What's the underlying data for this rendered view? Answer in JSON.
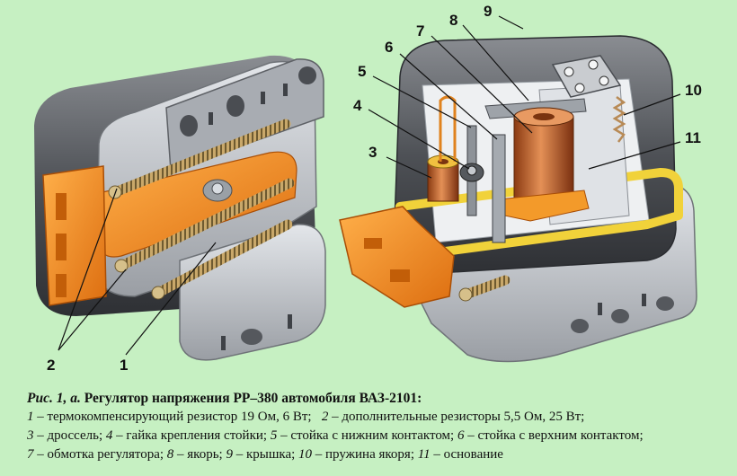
{
  "figure": {
    "callouts": [
      {
        "num": "1"
      },
      {
        "num": "2"
      },
      {
        "num": "3"
      },
      {
        "num": "4"
      },
      {
        "num": "5"
      },
      {
        "num": "6"
      },
      {
        "num": "7"
      },
      {
        "num": "8"
      },
      {
        "num": "9"
      },
      {
        "num": "10"
      },
      {
        "num": "11"
      }
    ]
  },
  "caption": {
    "fig_ref": "Рис. 1, а.",
    "title": "Регулятор напряжения РР–380 автомобиля ВАЗ-2101:",
    "legend": [
      {
        "num": "1",
        "text": " – термокомпенсирующий резистор 19 Ом, 6 Вт;"
      },
      {
        "num": "2",
        "text": " – дополнительные резисторы 5,5 Ом, 25 Вт;"
      },
      {
        "num": "3",
        "text": " – дроссель;"
      },
      {
        "num": "4",
        "text": " – гайка крепления стойки;"
      },
      {
        "num": "5",
        "text": " – стойка с нижним контактом;"
      },
      {
        "num": "6",
        "text": " – стойка с верхним контактом;"
      },
      {
        "num": "7",
        "text": " – обмотка регулятора;"
      },
      {
        "num": "8",
        "text": " – якорь;"
      },
      {
        "num": "9",
        "text": " – крышка;"
      },
      {
        "num": "10",
        "text": " – пружина якоря;"
      },
      {
        "num": "11",
        "text": " – основание"
      }
    ]
  },
  "colors": {
    "background": "#c6f0c2",
    "housing": "#5a5d62",
    "base_plate": "#bfc3c8",
    "insulator": "#f08a1c",
    "coil": "#c86a2c",
    "gasket": "#f1d23a"
  }
}
